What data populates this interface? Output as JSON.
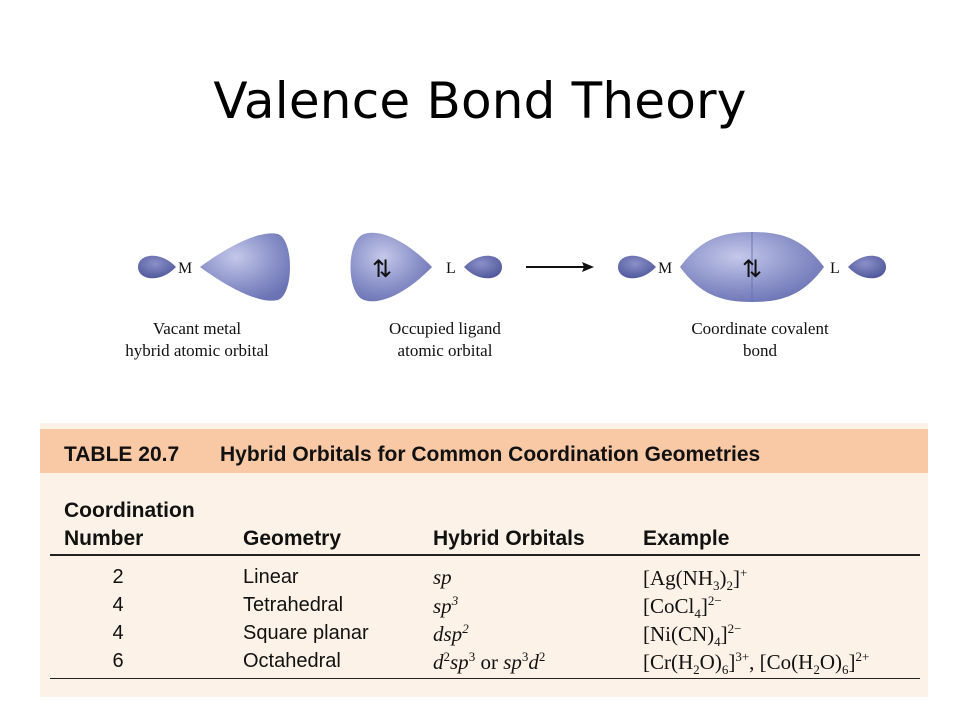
{
  "slide": {
    "title": "Valence Bond Theory"
  },
  "diagram": {
    "labels": {
      "metal": "M",
      "ligand": "L"
    },
    "arrow": "⇅",
    "captions": {
      "vacant": [
        "Vacant metal",
        "hybrid atomic orbital"
      ],
      "occupied": [
        "Occupied ligand",
        "atomic orbital"
      ],
      "bond": [
        "Coordinate covalent",
        "bond"
      ]
    },
    "colors": {
      "lobe": "#8c93c9",
      "lobe_dark": "#4d5599",
      "lobe_light": "#c4c8ea"
    }
  },
  "table": {
    "number": "TABLE 20.7",
    "caption": "Hybrid Orbitals for Common Coordination Geometries",
    "headers": {
      "coordination": [
        "Coordination",
        "Number"
      ],
      "geometry": "Geometry",
      "hybrid": "Hybrid Orbitals",
      "example": "Example"
    },
    "rows": [
      {
        "number": "2",
        "geometry": "Linear"
      },
      {
        "number": "4",
        "geometry": "Tetrahedral"
      },
      {
        "number": "4",
        "geometry": "Square planar"
      },
      {
        "number": "6",
        "geometry": "Octahedral"
      }
    ],
    "colors": {
      "header_band": "#f9c8a4",
      "body": "#fdf2e7"
    }
  }
}
